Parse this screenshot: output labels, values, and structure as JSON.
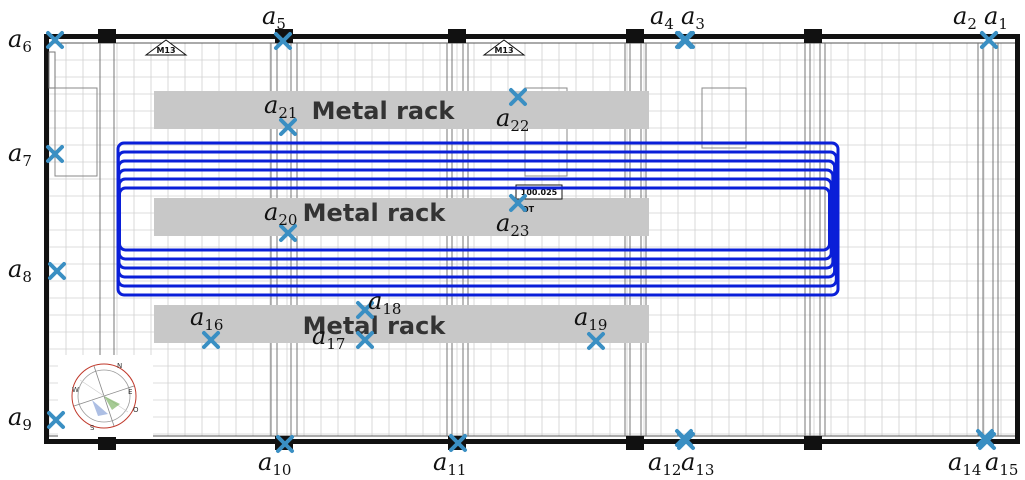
{
  "rack_label": "Metal rack",
  "marker_tag": "M13",
  "value_tag": "100.025",
  "value_tag_sub": "OT",
  "compass": {
    "n": "N",
    "e": "E",
    "w": "W",
    "s": "S",
    "o": "O"
  },
  "colors": {
    "anchor": "#3a8fc3",
    "trajectory": "#0a1fd8",
    "rack": "#c8c8c8",
    "wall": "#111111",
    "grid": "#d0d0d0"
  },
  "anchors": [
    {
      "id": "a1",
      "base": "a",
      "sub": "1"
    },
    {
      "id": "a2",
      "base": "a",
      "sub": "2"
    },
    {
      "id": "a3",
      "base": "a",
      "sub": "3"
    },
    {
      "id": "a4",
      "base": "a",
      "sub": "4"
    },
    {
      "id": "a5",
      "base": "a",
      "sub": "5"
    },
    {
      "id": "a6",
      "base": "a",
      "sub": "6"
    },
    {
      "id": "a7",
      "base": "a",
      "sub": "7"
    },
    {
      "id": "a8",
      "base": "a",
      "sub": "8"
    },
    {
      "id": "a9",
      "base": "a",
      "sub": "9"
    },
    {
      "id": "a10",
      "base": "a",
      "sub": "10"
    },
    {
      "id": "a11",
      "base": "a",
      "sub": "11"
    },
    {
      "id": "a12",
      "base": "a",
      "sub": "12"
    },
    {
      "id": "a13",
      "base": "a",
      "sub": "13"
    },
    {
      "id": "a14",
      "base": "a",
      "sub": "14"
    },
    {
      "id": "a15",
      "base": "a",
      "sub": "15"
    },
    {
      "id": "a16",
      "base": "a",
      "sub": "16"
    },
    {
      "id": "a17",
      "base": "a",
      "sub": "17"
    },
    {
      "id": "a18",
      "base": "a",
      "sub": "18"
    },
    {
      "id": "a19",
      "base": "a",
      "sub": "19"
    },
    {
      "id": "a20",
      "base": "a",
      "sub": "20"
    },
    {
      "id": "a21",
      "base": "a",
      "sub": "21"
    },
    {
      "id": "a22",
      "base": "a",
      "sub": "22"
    },
    {
      "id": "a23",
      "base": "a",
      "sub": "23"
    }
  ]
}
